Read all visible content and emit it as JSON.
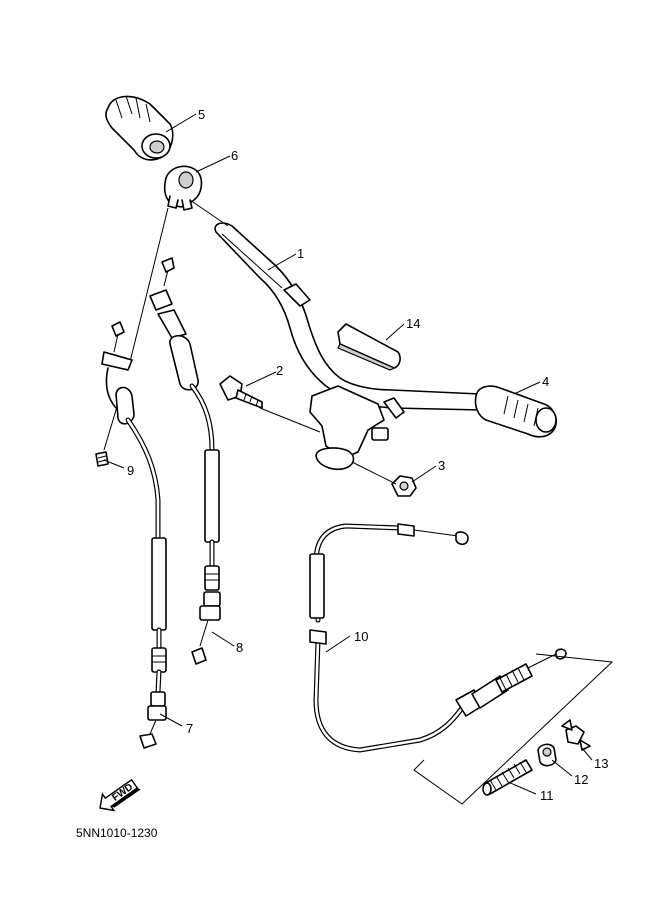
{
  "diagram": {
    "drawing_code": "5NN1010-1230",
    "fwd_label": "FWD",
    "callouts": [
      {
        "id": "p1",
        "label": "1"
      },
      {
        "id": "p2",
        "label": "2"
      },
      {
        "id": "p3",
        "label": "3"
      },
      {
        "id": "p4",
        "label": "4"
      },
      {
        "id": "p5",
        "label": "5"
      },
      {
        "id": "p6",
        "label": "6"
      },
      {
        "id": "p7",
        "label": "7"
      },
      {
        "id": "p8",
        "label": "8"
      },
      {
        "id": "p9",
        "label": "9"
      },
      {
        "id": "p10",
        "label": "10"
      },
      {
        "id": "p11",
        "label": "11"
      },
      {
        "id": "p12",
        "label": "12"
      },
      {
        "id": "p13",
        "label": "13"
      },
      {
        "id": "p14",
        "label": "14"
      }
    ]
  }
}
